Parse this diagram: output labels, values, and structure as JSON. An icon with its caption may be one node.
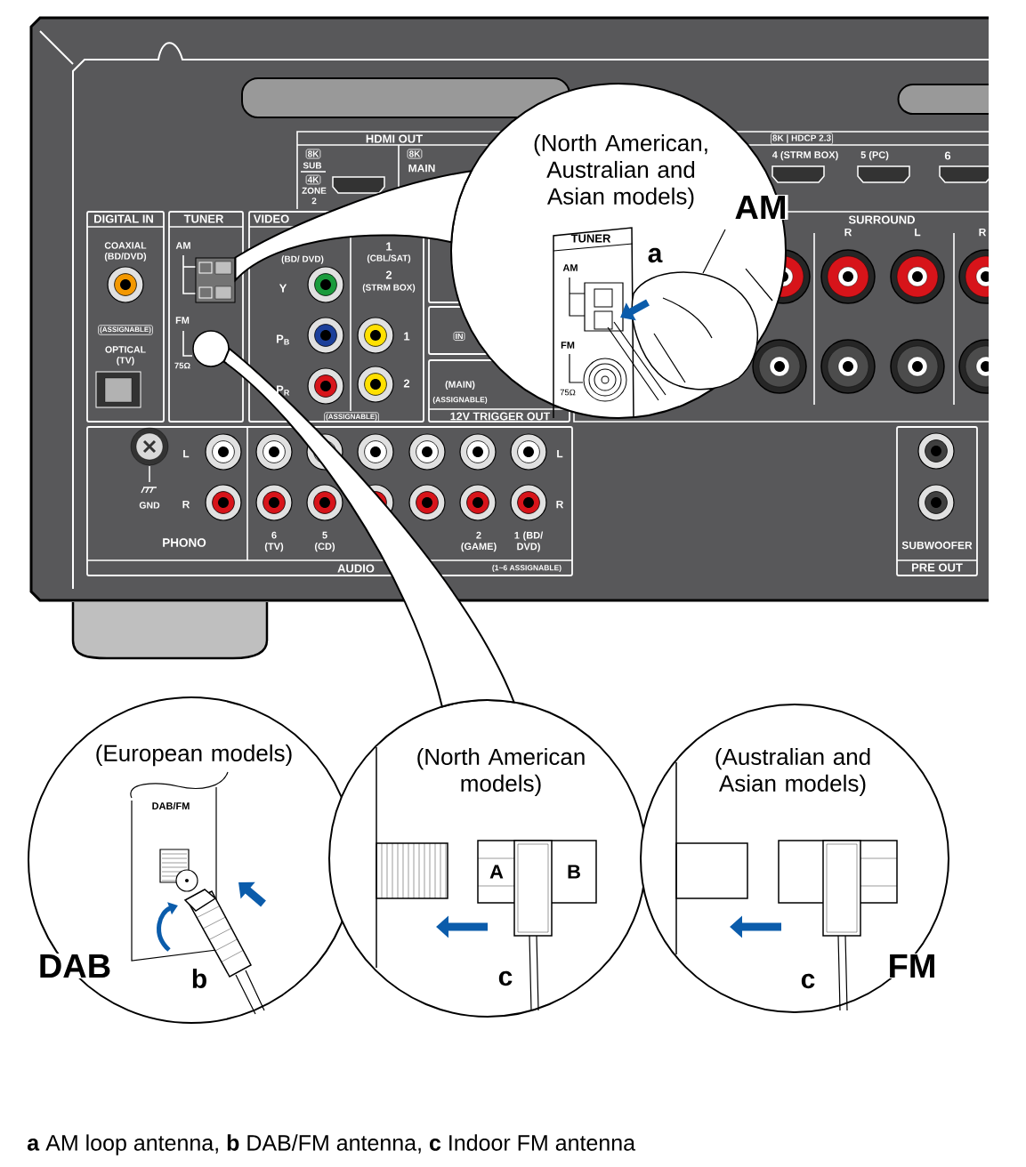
{
  "diagram": {
    "caption": "**a** AM loop antenna, **b** DAB/FM antenna, **c** Indoor FM antenna",
    "nodes": [
      {
        "text": [
          "(North American, Australian and Asian models)"
        ]
      },
      {
        "text": [
          "(European models)"
        ]
      },
      {
        "text": [
          "(North American models)"
        ]
      },
      {
        "text": [
          "(Australian and Asian models)"
        ]
      },
      {
        "text": [],
        "shape": "picture"
      },
      {
        "text": [],
        "shape": "circle"
      }
    ],
    "edges": [
      {
        "from": 4,
        "to": 0,
        "arrow": "none"
      },
      {
        "from": 5,
        "to": 2,
        "arrow": "none"
      }
    ],
    "labels": [
      "HDMI OUT",
      "8K",
      "SUB",
      "4K",
      "ZONE 2",
      "8K",
      "MAIN",
      "DIGITAL IN",
      "TUNER",
      "VIDEO",
      "COAXIAL (BD/DVD)",
      "AM",
      "FM",
      "75Ω",
      "(ASSIGNABLE)",
      "OPTICAL (TV)",
      "(BD/ DVD)",
      "Y",
      "P$_{B}$",
      "P$_{R}$",
      "1",
      "(CBL/SAT)",
      "2",
      "(STRM BOX)",
      "1",
      "2",
      "(ASSIGNABLE)",
      "IN",
      "(MAIN)",
      "(ASSIGNABLE)",
      "12V TRIGGER OUT",
      "8K | HDCP 2.3",
      "4 (STRM BOX)",
      "5 (PC)",
      "6",
      "SURROUND",
      "R",
      "L",
      "R",
      "L",
      "GND",
      "R",
      "PHONO",
      "6 (TV)",
      "5 (CD)",
      "2 (GAME)",
      "1 (BD/ DVD)",
      "L",
      "R",
      "AUDIO",
      "(1~6 ASSIGNABLE)",
      "SUBWOOFER",
      "PRE OUT",
      "TUNER",
      "AM",
      "FM",
      "75Ω",
      "a",
      "AM",
      "DAB/FM",
      "DAB",
      "b",
      "A",
      "B",
      "c",
      "c",
      "FM"
    ]
  }
}
